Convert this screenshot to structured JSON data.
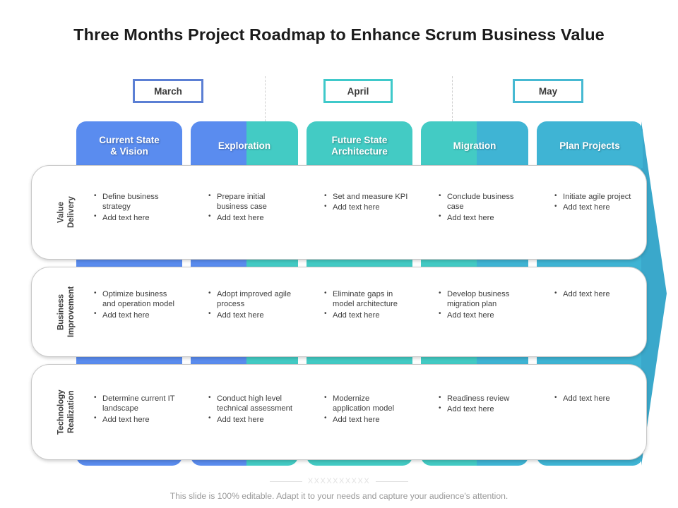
{
  "slide": {
    "title": "Three Months Project Roadmap to Enhance Scrum Business Value",
    "footer_note": "This slide is 100% editable. Adapt it to your needs and capture your audience's attention.",
    "footer_decoration": "XXXXXXXXXX"
  },
  "timeline": {
    "months": [
      {
        "label": "March",
        "color": "#5b7fd4"
      },
      {
        "label": "April",
        "color": "#3fc9ca"
      },
      {
        "label": "May",
        "color": "#46b9d2"
      }
    ]
  },
  "phases": [
    {
      "id": "current-state-vision",
      "label": "Current State\n& Vision",
      "color_start": "#5a8cef",
      "color_end": "#5a8cef"
    },
    {
      "id": "exploration",
      "label": "Exploration",
      "color_start": "#5a8cef",
      "color_end": "#43cbc4"
    },
    {
      "id": "future-state-architecture",
      "label": "Future State\nArchitecture",
      "color_start": "#43cbc4",
      "color_end": "#43cbc4"
    },
    {
      "id": "migration",
      "label": "Migration",
      "color_start": "#43cbc4",
      "color_end": "#3fb4d4"
    },
    {
      "id": "plan-projects",
      "label": "Plan Projects",
      "color_start": "#3fb4d4",
      "color_end": "#3fb4d4"
    }
  ],
  "rows": [
    {
      "id": "value-delivery",
      "label": "Value\nDelivery",
      "cells": [
        [
          "Define business strategy",
          "Add text here"
        ],
        [
          "Prepare initial business case",
          "Add text here"
        ],
        [
          "Set and measure KPI",
          "Add text here"
        ],
        [
          "Conclude business case",
          "Add text here"
        ],
        [
          "Initiate agile project",
          "Add text here"
        ]
      ]
    },
    {
      "id": "business-improvement",
      "label": "Business\nImprovement",
      "cells": [
        [
          "Optimize business and operation model",
          "Add text here"
        ],
        [
          "Adopt improved agile process",
          "Add text here"
        ],
        [
          "Eliminate gaps in model architecture",
          "Add text here"
        ],
        [
          "Develop business migration plan",
          "Add text here"
        ],
        [
          "Add text here"
        ]
      ]
    },
    {
      "id": "technology-realization",
      "label": "Technology\nRealization",
      "cells": [
        [
          "Determine current IT landscape",
          "Add text here"
        ],
        [
          "Conduct high level technical assessment",
          "Add text here"
        ],
        [
          "Modernize application model",
          "Add text here"
        ],
        [
          "Readiness review",
          "Add text here"
        ],
        [
          "Add text here"
        ]
      ]
    }
  ]
}
